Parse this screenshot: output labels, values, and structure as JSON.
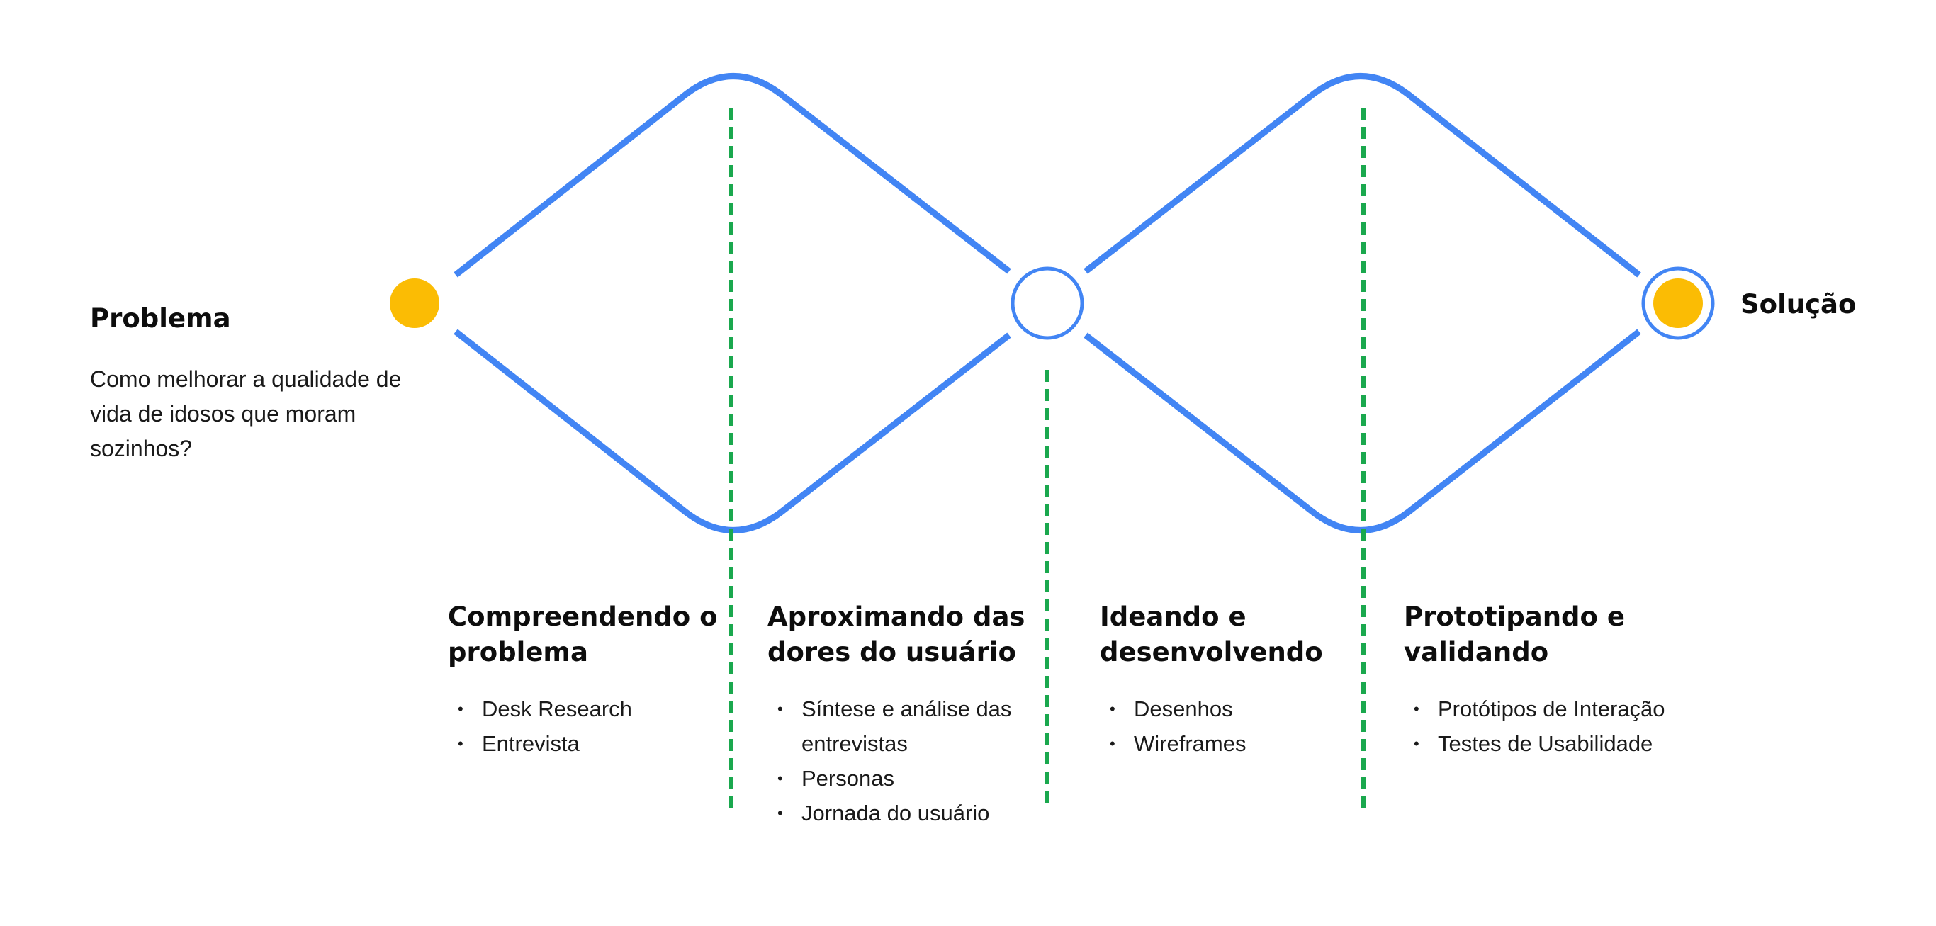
{
  "colors": {
    "diamond_stroke": "#4285f4",
    "divider": "#1aa84e",
    "dot": "#fbbc04",
    "text": "#111111"
  },
  "problem": {
    "title": "Problema",
    "description": "Como melhorar a qualidade de vida de idosos que moram sozinhos?"
  },
  "solution": {
    "title": "Solução"
  },
  "phases": [
    {
      "title": "Compreendendo o problema",
      "items": [
        "Desk Research",
        "Entrevista"
      ]
    },
    {
      "title": "Aproximando das dores do usuário",
      "items": [
        "Síntese e análise das entrevistas",
        "Personas",
        "Jornada do usuário"
      ]
    },
    {
      "title": "Ideando e desenvolvendo",
      "items": [
        "Desenhos",
        "Wireframes"
      ]
    },
    {
      "title": "Prototipando e validando",
      "items": [
        "Protótipos de Interação",
        "Testes de Usabilidade"
      ]
    }
  ]
}
